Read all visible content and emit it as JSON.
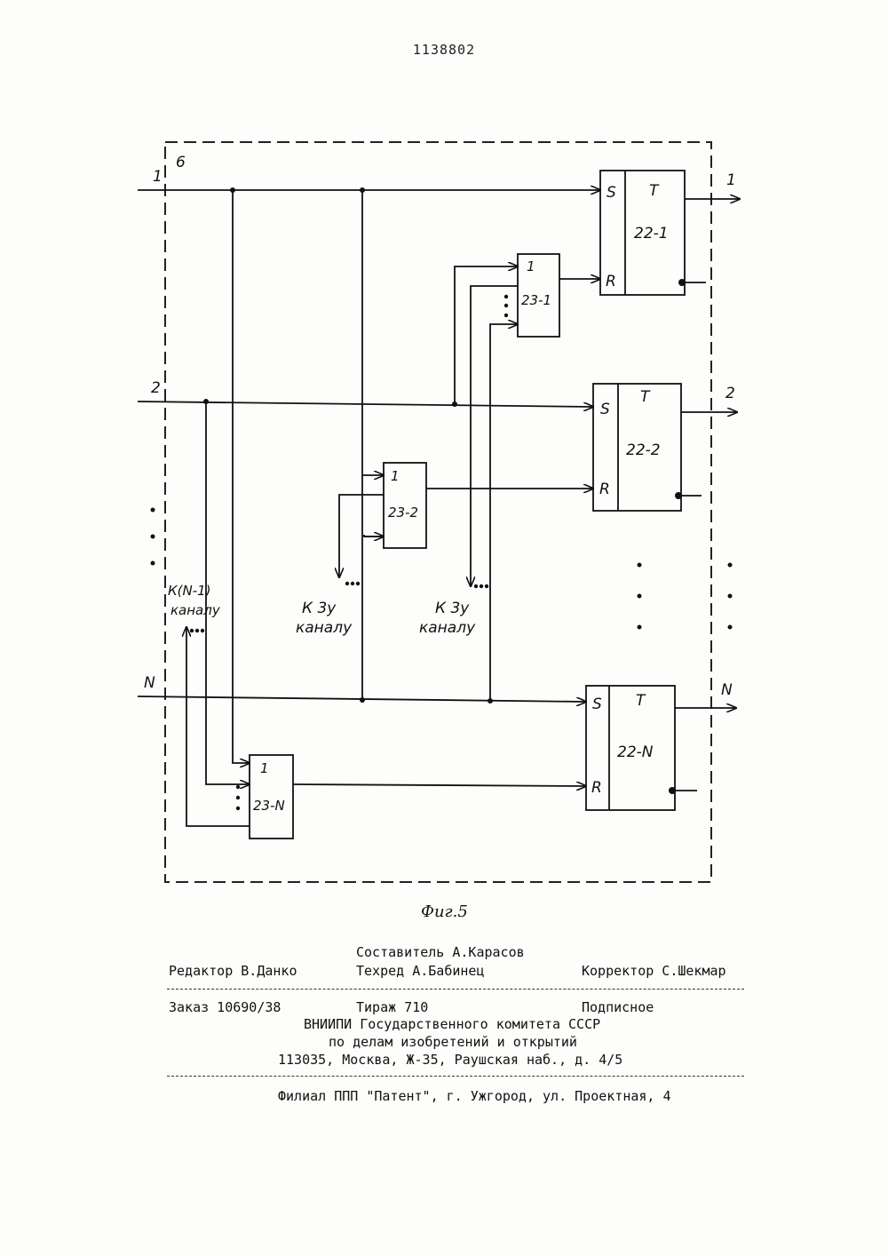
{
  "page_number": "1138802",
  "diagram": {
    "module_label": "6",
    "inputs": [
      "1",
      "2",
      "N"
    ],
    "outputs": [
      "1",
      "2",
      "N"
    ],
    "triggers": [
      {
        "type": "T",
        "set": "S",
        "reset": "R",
        "id": "22-1"
      },
      {
        "type": "T",
        "set": "S",
        "reset": "R",
        "id": "22-2"
      },
      {
        "type": "T",
        "set": "S",
        "reset": "R",
        "id": "22-N"
      }
    ],
    "or_gates": [
      {
        "type": "1",
        "id": "23-1"
      },
      {
        "type": "1",
        "id": "23-2"
      },
      {
        "type": "1",
        "id": "23-N"
      }
    ],
    "to_channel_notes": [
      {
        "line1": "К 3у",
        "line2": "каналу"
      },
      {
        "line1": "К 3у",
        "line2": "каналу"
      },
      {
        "line1": "К(N-1)",
        "line2": "каналу"
      }
    ],
    "figure_caption": "Фиг.5"
  },
  "imprint": {
    "compiler": "Составитель А.Карасов",
    "editor": "Редактор В.Данко",
    "techred": "Техред А.Бабинец",
    "corrector": "Корректор С.Шекмар",
    "order": "Заказ 10690/38",
    "circulation": "Тираж 710",
    "subscription": "Подписное",
    "org_line1": "ВНИИПИ Государственного комитета СССР",
    "org_line2": "по делам изобретений и открытий",
    "address": "113035, Москва, Ж-35, Раушская наб., д. 4/5",
    "branch": "Филиал ППП \"Патент\", г. Ужгород, ул. Проектная, 4"
  }
}
